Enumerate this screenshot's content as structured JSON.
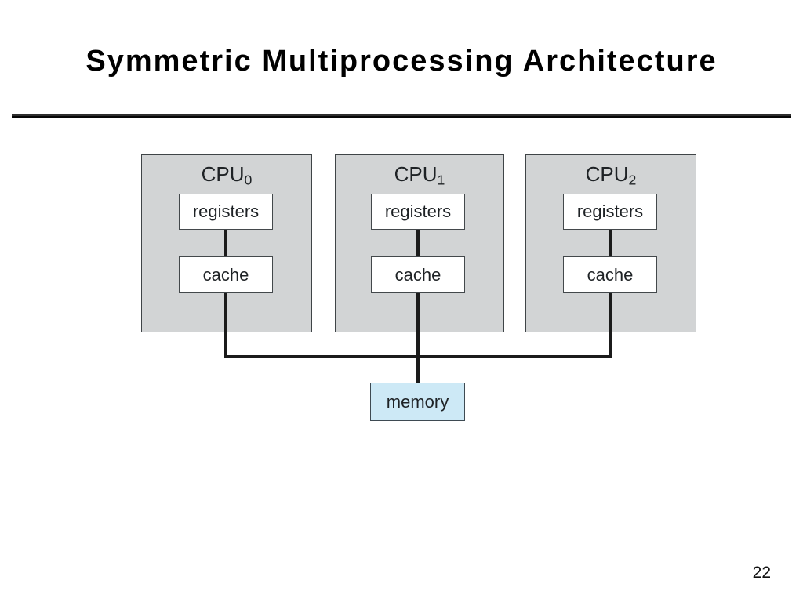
{
  "slide": {
    "title": "Symmetric Multiprocessing Architecture",
    "page_number": "22"
  },
  "diagram": {
    "cpus": [
      {
        "name": "CPU",
        "subscript": "0",
        "registers_label": "registers",
        "cache_label": "cache"
      },
      {
        "name": "CPU",
        "subscript": "1",
        "registers_label": "registers",
        "cache_label": "cache"
      },
      {
        "name": "CPU",
        "subscript": "2",
        "registers_label": "registers",
        "cache_label": "cache"
      }
    ],
    "memory_label": "memory",
    "colors": {
      "cpu_fill": "#d2d4d5",
      "memory_fill": "#cde9f6",
      "box_border": "#43484b",
      "connector_line": "#1b1b1b"
    }
  }
}
